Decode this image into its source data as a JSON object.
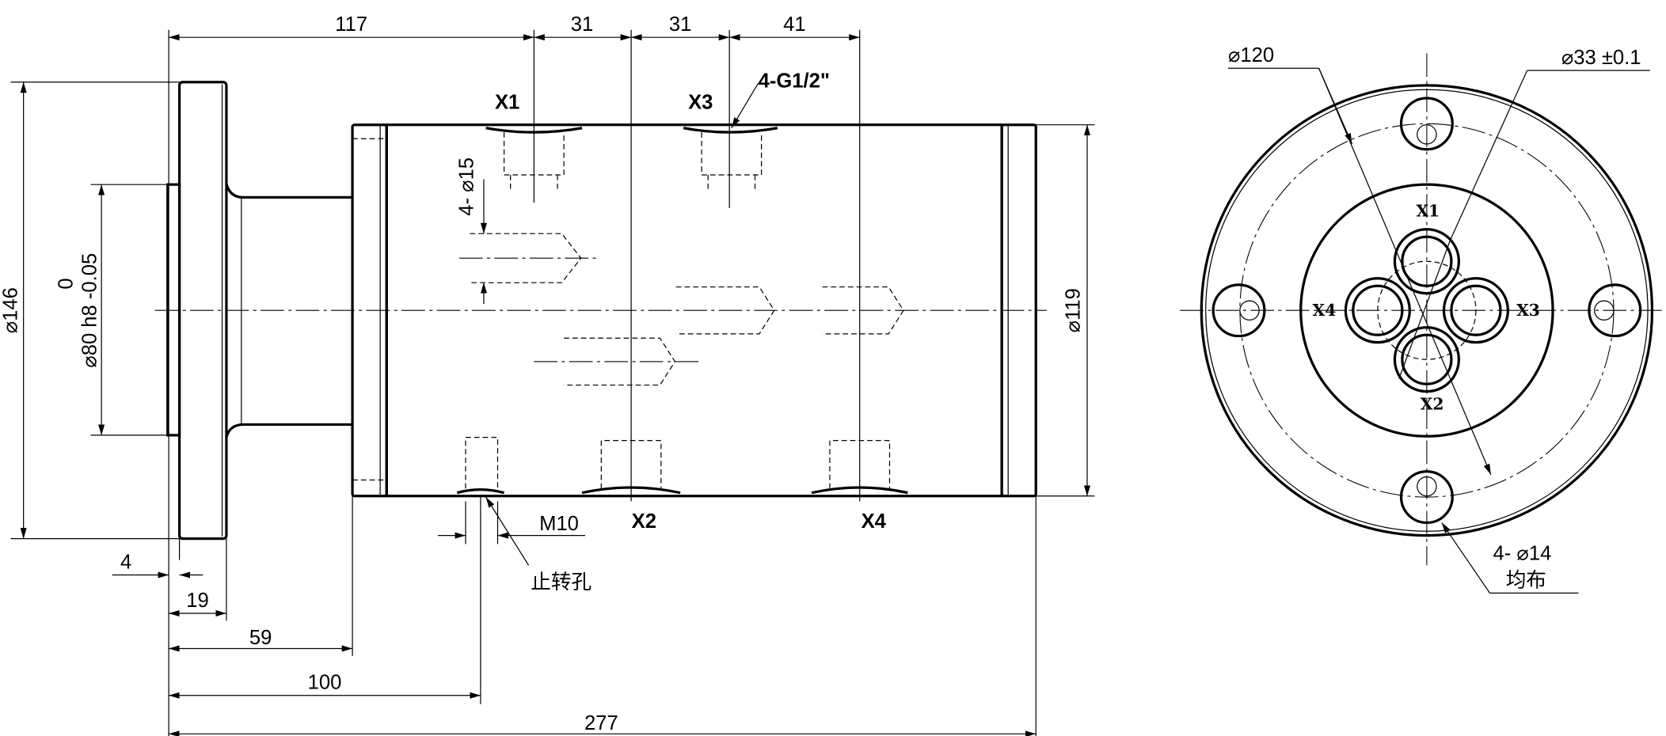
{
  "drawing": {
    "side_view": {
      "dims_top": [
        "117",
        "31",
        "31",
        "41"
      ],
      "dims_bottom": [
        "4",
        "19",
        "59",
        "100",
        "277"
      ],
      "dim_dia_flange": "⌀146",
      "dim_dia_spigot": "⌀80 h8 -0.05",
      "dim_spigot_tol_upper": "0",
      "dim_dia_body": "⌀119",
      "dim_port_dia": "4- ⌀15",
      "thread_callout": "4-G1/2\"",
      "thread_m": "M10",
      "anti_rotation_hole": "止转孔",
      "port_labels": [
        "X1",
        "X3",
        "X2",
        "X4"
      ]
    },
    "end_view": {
      "dim_pcd": "⌀120",
      "dim_port_spacing": "⌀33 ±0.1",
      "bolt_holes": "4- ⌀14",
      "bolt_holes_note": "均布",
      "port_labels": [
        "X1",
        "X2",
        "X3",
        "X4"
      ]
    }
  }
}
